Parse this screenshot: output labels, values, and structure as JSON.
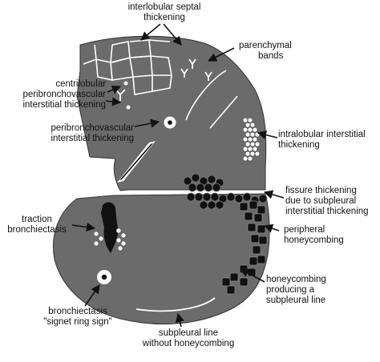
{
  "colors": {
    "lung_fill": "#6b6b6b",
    "ink": "#111111",
    "white": "#ffffff"
  },
  "labels": {
    "interlobular_septal": [
      "interlobular septal",
      "thickening"
    ],
    "parenchymal_bands": [
      "parenchymal",
      "bands"
    ],
    "centrilobular": [
      "centrilobular",
      "peribronchovascular",
      "interstitial thickening"
    ],
    "peribronchovascular": [
      "peribronchovascular",
      "interstitial thickening"
    ],
    "intralobular": [
      "intralobular interstitial",
      "thickening"
    ],
    "fissure": [
      "fissure thickening",
      "due to subpleural",
      "interstitial thickening"
    ],
    "traction": [
      "traction",
      "bronchiectasis"
    ],
    "peripheral": [
      "peripheral",
      "honeycombing"
    ],
    "honeycomb_line": [
      "honeycombing",
      "producing a",
      "subpleural line"
    ],
    "signet": [
      "bronchiectasis",
      "\"signet ring  sign\""
    ],
    "subpleural_line": [
      "subpleural line",
      "without honeycombing"
    ]
  }
}
